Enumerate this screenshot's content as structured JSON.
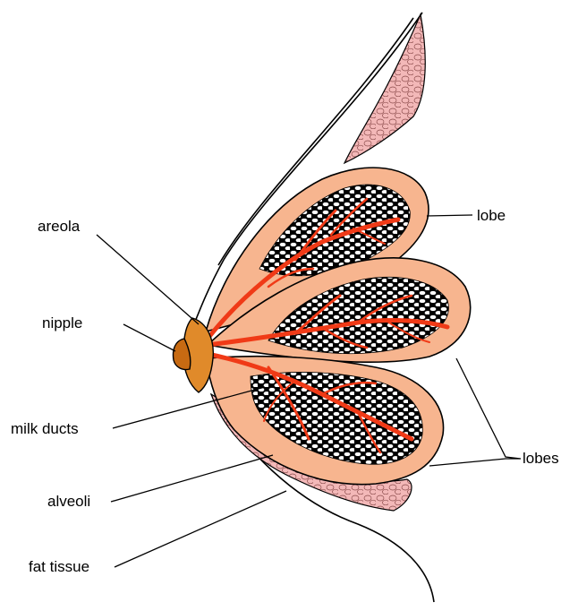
{
  "labels": {
    "areola": "areola",
    "nipple": "nipple",
    "milk_ducts": "milk ducts",
    "alveoli": "alveoli",
    "fat_tissue": "fat tissue",
    "lobe": "lobe",
    "lobes": "lobes"
  },
  "colors": {
    "lobe_fill": "#f7b58f",
    "fat_fill": "#f3b8b8",
    "duct": "#f03a17",
    "areola": "#e08a2a",
    "nipple": "#c76a12",
    "alveoli_fill": "#ffffff",
    "outline": "#000000"
  }
}
